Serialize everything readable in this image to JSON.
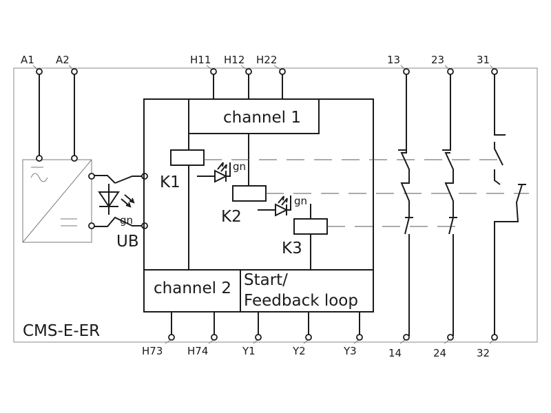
{
  "device": {
    "name": "CMS-E-ER"
  },
  "terminals": {
    "a1": "A1",
    "a2": "A2",
    "h11": "H11",
    "h12": "H12",
    "h22": "H22",
    "t13": "13",
    "t23": "23",
    "t31": "31",
    "h73": "H73",
    "h74": "H74",
    "y1": "Y1",
    "y2": "Y2",
    "y3": "Y3",
    "t14": "14",
    "t24": "24",
    "t32": "32"
  },
  "blocks": {
    "channel1": "channel 1",
    "channel2": "channel 2",
    "start_line1": "Start/",
    "start_line2": "Feedback loop"
  },
  "relays": {
    "k1": "K1",
    "k2": "K2",
    "k3": "K3"
  },
  "leds": {
    "k1_color": "gn",
    "k2_color": "gn",
    "ub_color": "gn"
  },
  "supply": {
    "ub_label": "UB"
  }
}
